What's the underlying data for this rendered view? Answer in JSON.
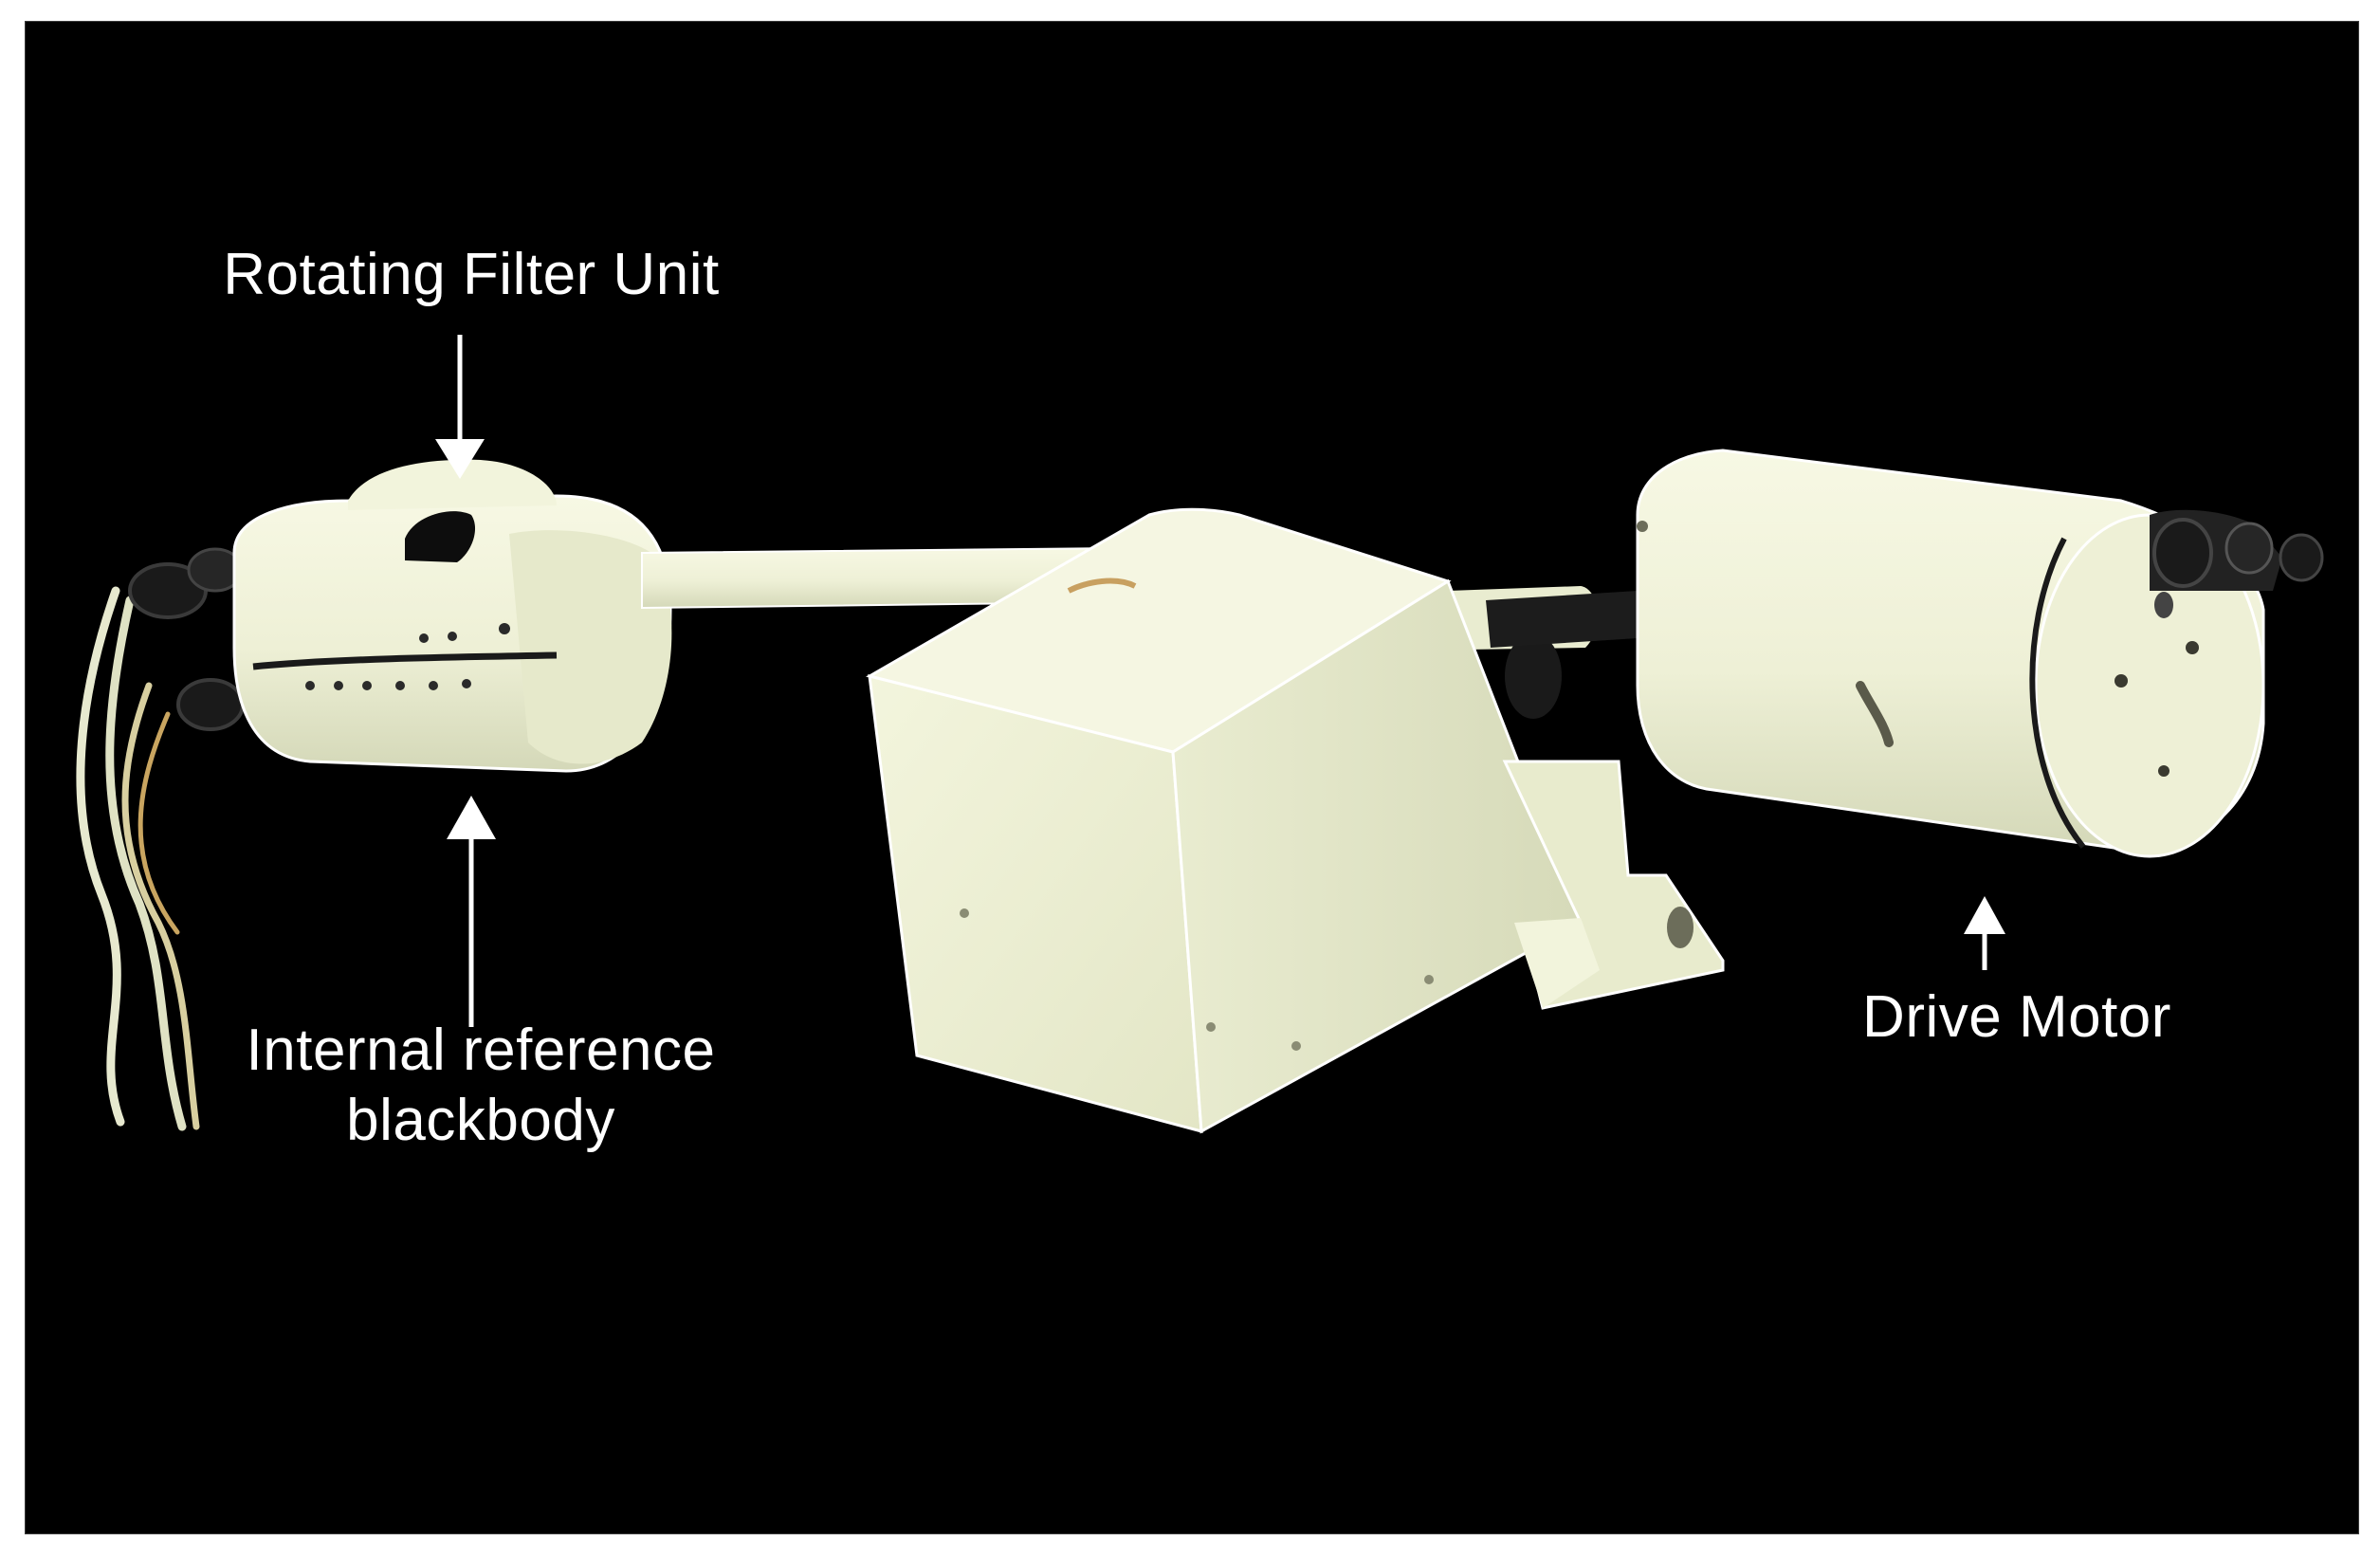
{
  "labels": {
    "rotating_filter_unit": "Rotating Filter Unit",
    "internal_reference_line1": "Internal reference",
    "internal_reference_line2": "blackbody",
    "drive_motor": "Drive Motor"
  },
  "colors": {
    "background": "#000000",
    "instrument_body": "#eef0d6",
    "instrument_shadow": "#cfd3b2",
    "label_text": "#ffffff",
    "arrow": "#ffffff",
    "page_border": "#ffffff"
  },
  "image": {
    "subject": "instrument-photo",
    "arrows": [
      {
        "name": "arrow-rotating-filter-unit",
        "direction": "down"
      },
      {
        "name": "arrow-internal-reference-blackbody",
        "direction": "up"
      },
      {
        "name": "arrow-drive-motor",
        "direction": "up"
      }
    ]
  }
}
